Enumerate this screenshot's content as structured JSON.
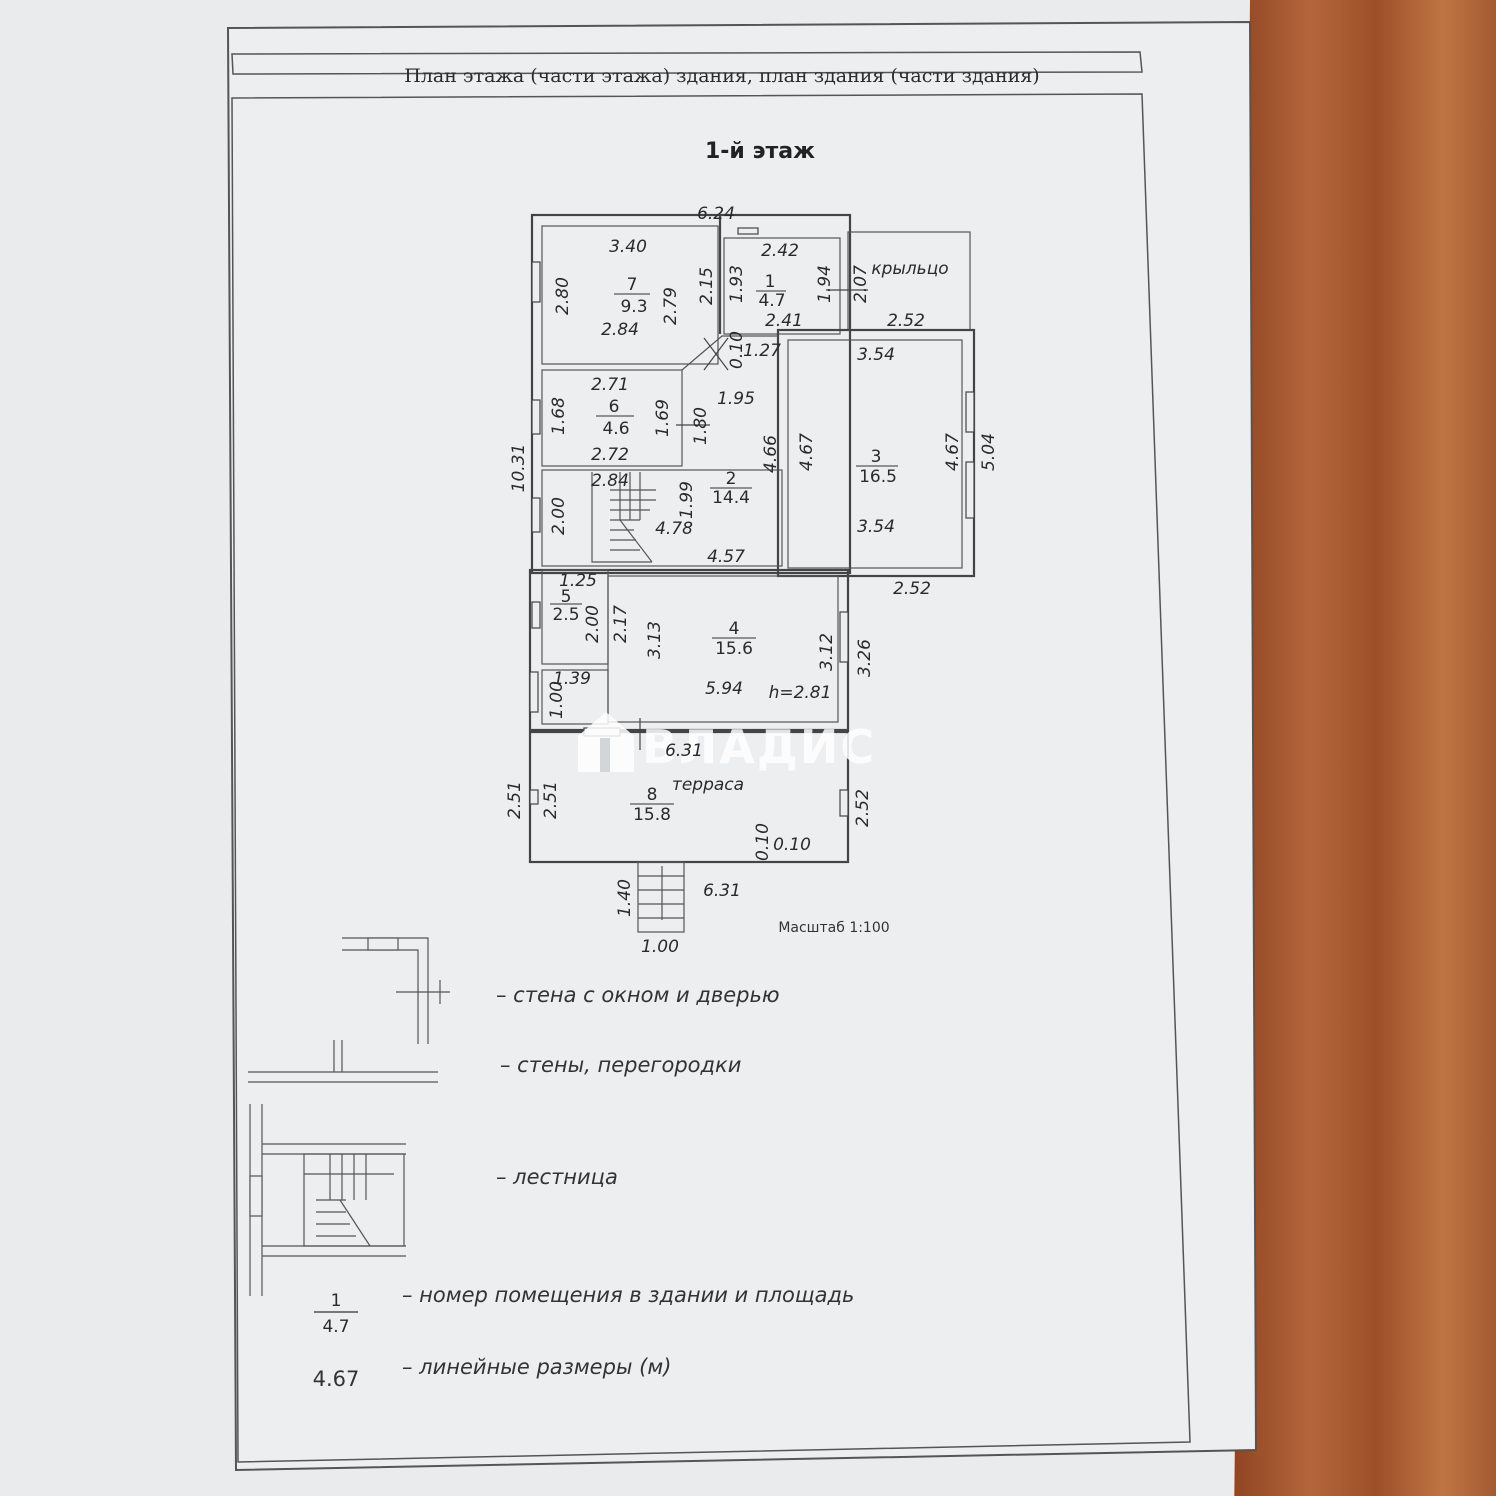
{
  "header": {
    "title": "План этажа (части этажа) здания, план здания (части здания)",
    "floor": "1-й этаж"
  },
  "watermark": {
    "text": "ВЛАДИС",
    "icon": "house-icon"
  },
  "scale": "Масштаб 1:100",
  "labels": {
    "porch": "крыльцо",
    "terrace": "терраса",
    "height": "h=2.81"
  },
  "rooms": [
    {
      "no": "1",
      "area": "4.7"
    },
    {
      "no": "2",
      "area": "14.4"
    },
    {
      "no": "3",
      "area": "16.5"
    },
    {
      "no": "4",
      "area": "15.6"
    },
    {
      "no": "5",
      "area": "2.5"
    },
    {
      "no": "6",
      "area": "4.6"
    },
    {
      "no": "7",
      "area": "9.3"
    },
    {
      "no": "8",
      "area": "15.8"
    }
  ],
  "dims": {
    "top_total": "6.24",
    "r7_top": "3.40",
    "r7_left": "2.80",
    "r7_bottom": "2.84",
    "r7_right_in": "2.79",
    "r7_right": "2.15",
    "r1_top": "2.42",
    "r1_left": "1.93",
    "r1_right": "1.94",
    "r1_bottom": "2.41",
    "porch_side": "2.07",
    "porch_bottom": "2.52",
    "d_010": "0.10",
    "d_127": "1.27",
    "r3_top": "3.54",
    "r3_left": "4.67",
    "r3_right": "4.67",
    "r3_bottom": "3.54",
    "r3_outer": "5.04",
    "r2_diag": "1.95",
    "r2_right": "4.66",
    "r2_stair": "1.99",
    "r2_inner": "4.78",
    "r2_bottom": "4.57",
    "r6_top": "2.71",
    "r6_left": "1.68",
    "r6_right": "1.69",
    "r6_right2": "1.80",
    "r6_bottom": "2.72",
    "left_total": "10.31",
    "stair_top": "2.84",
    "stair_left": "2.00",
    "r4_right_out": "2.52",
    "r5_top": "1.25",
    "r5_right": "2.00",
    "r5_r2": "2.17",
    "r4_left": "3.13",
    "r4_right": "3.12",
    "r4_right_out2": "3.26",
    "r4_niche": "1.39",
    "r4_niche_h": "1.00",
    "r4_bottom": "5.94",
    "terr_top": "6.31",
    "terr_left_out": "2.51",
    "terr_left": "2.51",
    "terr_right": "2.52",
    "terr_010a": "0.10",
    "terr_010b": "0.10",
    "steps_len": "1.40",
    "steps_w": "1.00",
    "terr_bottom": "6.31"
  },
  "legend": {
    "wall_window_door": "– стена с окном и дверью",
    "walls": "– стены, перегородки",
    "stairs": "– лестница",
    "room_no": "1",
    "room_area": "4.7",
    "room_desc": "– номер помещения в здании и площадь",
    "dim_sample": "4.67",
    "dim_desc": "– линейные размеры (м)"
  }
}
